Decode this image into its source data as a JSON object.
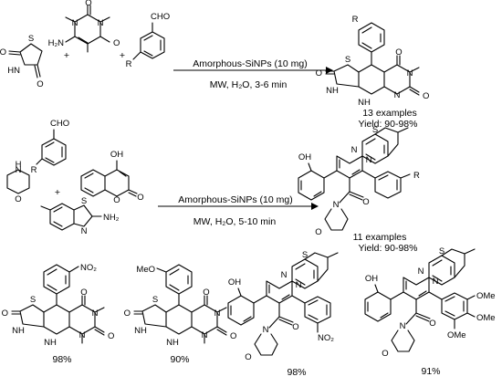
{
  "reaction1": {
    "condition_top": "Amorphous-SiNPs (10 mg)",
    "condition_bottom": "MW, H₂O,  3-6 min",
    "examples": "13 examples",
    "yield": "Yield: 90-98%"
  },
  "reaction2": {
    "condition_top": "Amorphous-SiNPs (10 mg)",
    "condition_bottom": "MW, H₂O,  5-10 min",
    "examples": "11 examples",
    "yield": "Yield: 90-98%"
  },
  "products": [
    {
      "yield": "98%"
    },
    {
      "yield": "90%"
    },
    {
      "yield": "98%"
    },
    {
      "yield": "91%"
    }
  ],
  "atoms": {
    "O": "O",
    "N": "N",
    "S": "S",
    "H": "H",
    "HN": "HN",
    "NH": "NH",
    "H2N": "H₂N",
    "NH2": "NH₂",
    "OH": "OH",
    "CHO": "CHO",
    "R": "R",
    "NO2": "NO₂",
    "MeO": "MeO",
    "OMe": "OMe",
    "plus": "+"
  }
}
